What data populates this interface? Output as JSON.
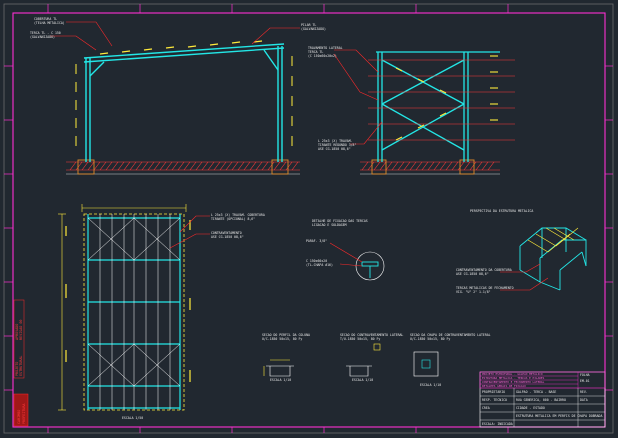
{
  "colors": {
    "background": "#212830",
    "frame": "#ff2fd2",
    "steel": "#23e6e6",
    "dimension": "#ffeb3b",
    "annotation": "#ffffff",
    "leader": "#ff2a2a",
    "hatch": "#ff3a3a",
    "wood": "#e08a2a"
  },
  "labels": {
    "roof_note": "COBERTURA TL",
    "roof_note_sub": "(TELHA METALICA)",
    "purlin_note": "TERCA TL - C 150",
    "purlin_note_sub": "(GALVANIZADO)",
    "column_note": "PILAR TL",
    "column_note_sub": "(GALVANIZADO)",
    "side_purlin_note": "TRAVAMENTO LATERAL",
    "side_purlin_sub1": "TERCA TL",
    "side_purlin_sub2": "(C 150x60x20x2)",
    "brace_note": "L 25x3 (X) TRAVAM.",
    "brace_note_sub1": "TIRANTE REDONDO 3/8\"",
    "brace_note_sub2": "ASE CG-1850 08,6\"",
    "plan_note1": "L 25x3 (X) TRAVAM. COBERTURA",
    "plan_note1_sub": "TIRANTE (OPCIONAL) 8,6\"",
    "plan_note2": "CONTRAVENTAMENTO",
    "plan_note2_sub": "ASE CG-1850 08,6\"",
    "detail_title": "DETALHE DE FIXACAO DAS TERCAS",
    "detail_title_sub": "LIGACAO E SOLDAGEM",
    "detail_bolt": "PARAF. 3/8\"",
    "detail_section": "C 150x60x20",
    "detail_section_sub": "(TL-CHAPA #16)",
    "iso_title": "PERSPECTIVA DA ESTRUTURA METALICA",
    "iso_note1": "CONTRAVENTAMENTO DA COBERTURA",
    "iso_note1_sub": "ASE CG-1850 08,6\"",
    "iso_note2": "TERCAS METALICAS DE FECHAMENTO",
    "iso_note2_sub": "VIG. \"U\" 2\" 1.1/8\"",
    "plan_scale": "ESCALA 1/50",
    "sec1_title": "SECAO DO PERFIL DA COLUNA",
    "sec1_sub": "U/C-1850 50x15, 80 Fy",
    "sec1_scale": "ESCALA 1/10",
    "sec2_title": "SECAO DO CONTRAVENTAMENTO LATERAL",
    "sec2_sub": "T/U-1850 50x15, 80 Fy",
    "sec2_scale": "ESCALA 1/10",
    "sec3_title": "SECAO DA CHAPA DE CONTRAVENTAMENTO LATERAL",
    "sec3_sub": "U/C-1850 50x15, 80 Fy",
    "sec3_scale": "ESCALA 1/10"
  },
  "title_block": {
    "header_rows": [
      "PROJETO ESTRUTURAL - GALPAO METALICO",
      "ESTRUTURA METALICA - TERCAS E PILARES",
      "CONTRAVENTAMENTO E FECHAMENTO LATERAL",
      "DETALHES GERAIS DE FIXACAO"
    ],
    "project": "GALPAO - TERCA - BASE",
    "sheet_id": "EM-01",
    "owner": "PROPRIETARIO",
    "address_1": "RUA GENERICA, 000 - BAIRRO",
    "address_2": "CIDADE - ESTADO",
    "notes": "ESTRUTURA METALICA EM PERFIS DE CHAPA DOBRADA",
    "engineer": "RESP. TECNICO",
    "scale_box": "ESCALA: INDICADA",
    "revision_label": "REV.",
    "date_label": "DATA",
    "sheet_label": "FOLHA",
    "stamp": "CREA"
  },
  "side_stamp": {
    "line1": "PROJETO",
    "line2": "ESTRUTURAL",
    "line3": "APROVADO",
    "line4": "REVISAO 00"
  },
  "bottom_stamp": {
    "line1": "CARIMBO",
    "line2": "PREFEITURA"
  }
}
